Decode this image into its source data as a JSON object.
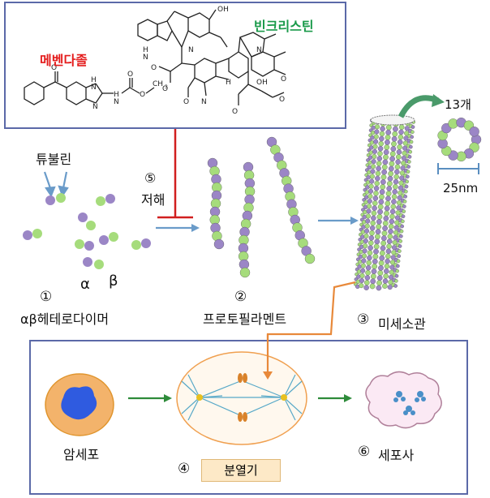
{
  "top_panel": {
    "drug_1": "메벤다졸",
    "drug_2": "빈크리스틴",
    "colors": {
      "drug_1": "#e41c1c",
      "drug_2": "#1a9a4a",
      "frame": "#5b69a8"
    }
  },
  "labels": {
    "tubulin": "튜불린",
    "inhibit_num": "⑤",
    "inhibit": "저해",
    "alpha": "α",
    "beta": "β",
    "step1_num": "①",
    "step1": "αβ헤테로다이머",
    "step2_num": "②",
    "step2": "프로토필라멘트",
    "step3_num": "③",
    "step3": "미세소관",
    "count": "13개",
    "size": "25nm"
  },
  "bottom_panel": {
    "cancer_cell": "암세포",
    "step4_num": "④",
    "step4": "분열기",
    "step6_num": "⑥",
    "step6": "세포사"
  },
  "colors": {
    "alpha_subunit": "#9b86c6",
    "beta_subunit": "#a6dc7c",
    "arrow_blue": "#6a9bc9",
    "arrow_green": "#2e8b3a",
    "arrow_orange": "#e8893a",
    "inhibit_red": "#d11f1f"
  }
}
